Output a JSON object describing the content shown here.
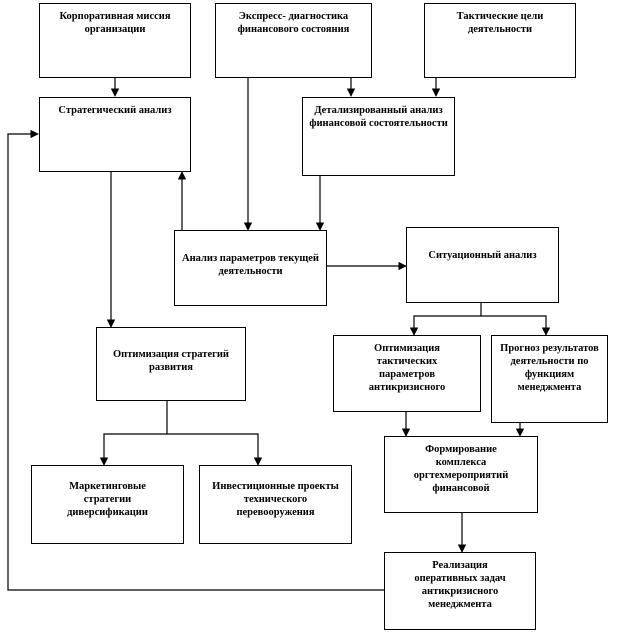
{
  "diagram": {
    "nodes": {
      "mission": "Корпоративная миссия организации",
      "express": "Экспресс- диагностика финансового состояния",
      "tactical_goals": "Тактические цели деятельности",
      "strategic": "Стратегический анализ",
      "detailed": "Детализированный анализ финансовой состоятельности",
      "current_params": "Анализ параметров текущей деятельности",
      "situational": "Ситуационный анализ",
      "optimization_strategy": "Оптимизация стратегий развития",
      "optimization_tactical": "Оптимизация тактических параметров антикризисного",
      "forecast": "Прогноз результатов деятельности по функциям менеджмента",
      "formation": "Формирование комплекса оргтехмероприятий финансовой",
      "marketing": "Маркетинговые стратегии диверсификации",
      "investment": "Инвестиционные проекты технического перевооружения",
      "realization": "Реализация оперативных задач антикризисного менеджмента"
    }
  }
}
